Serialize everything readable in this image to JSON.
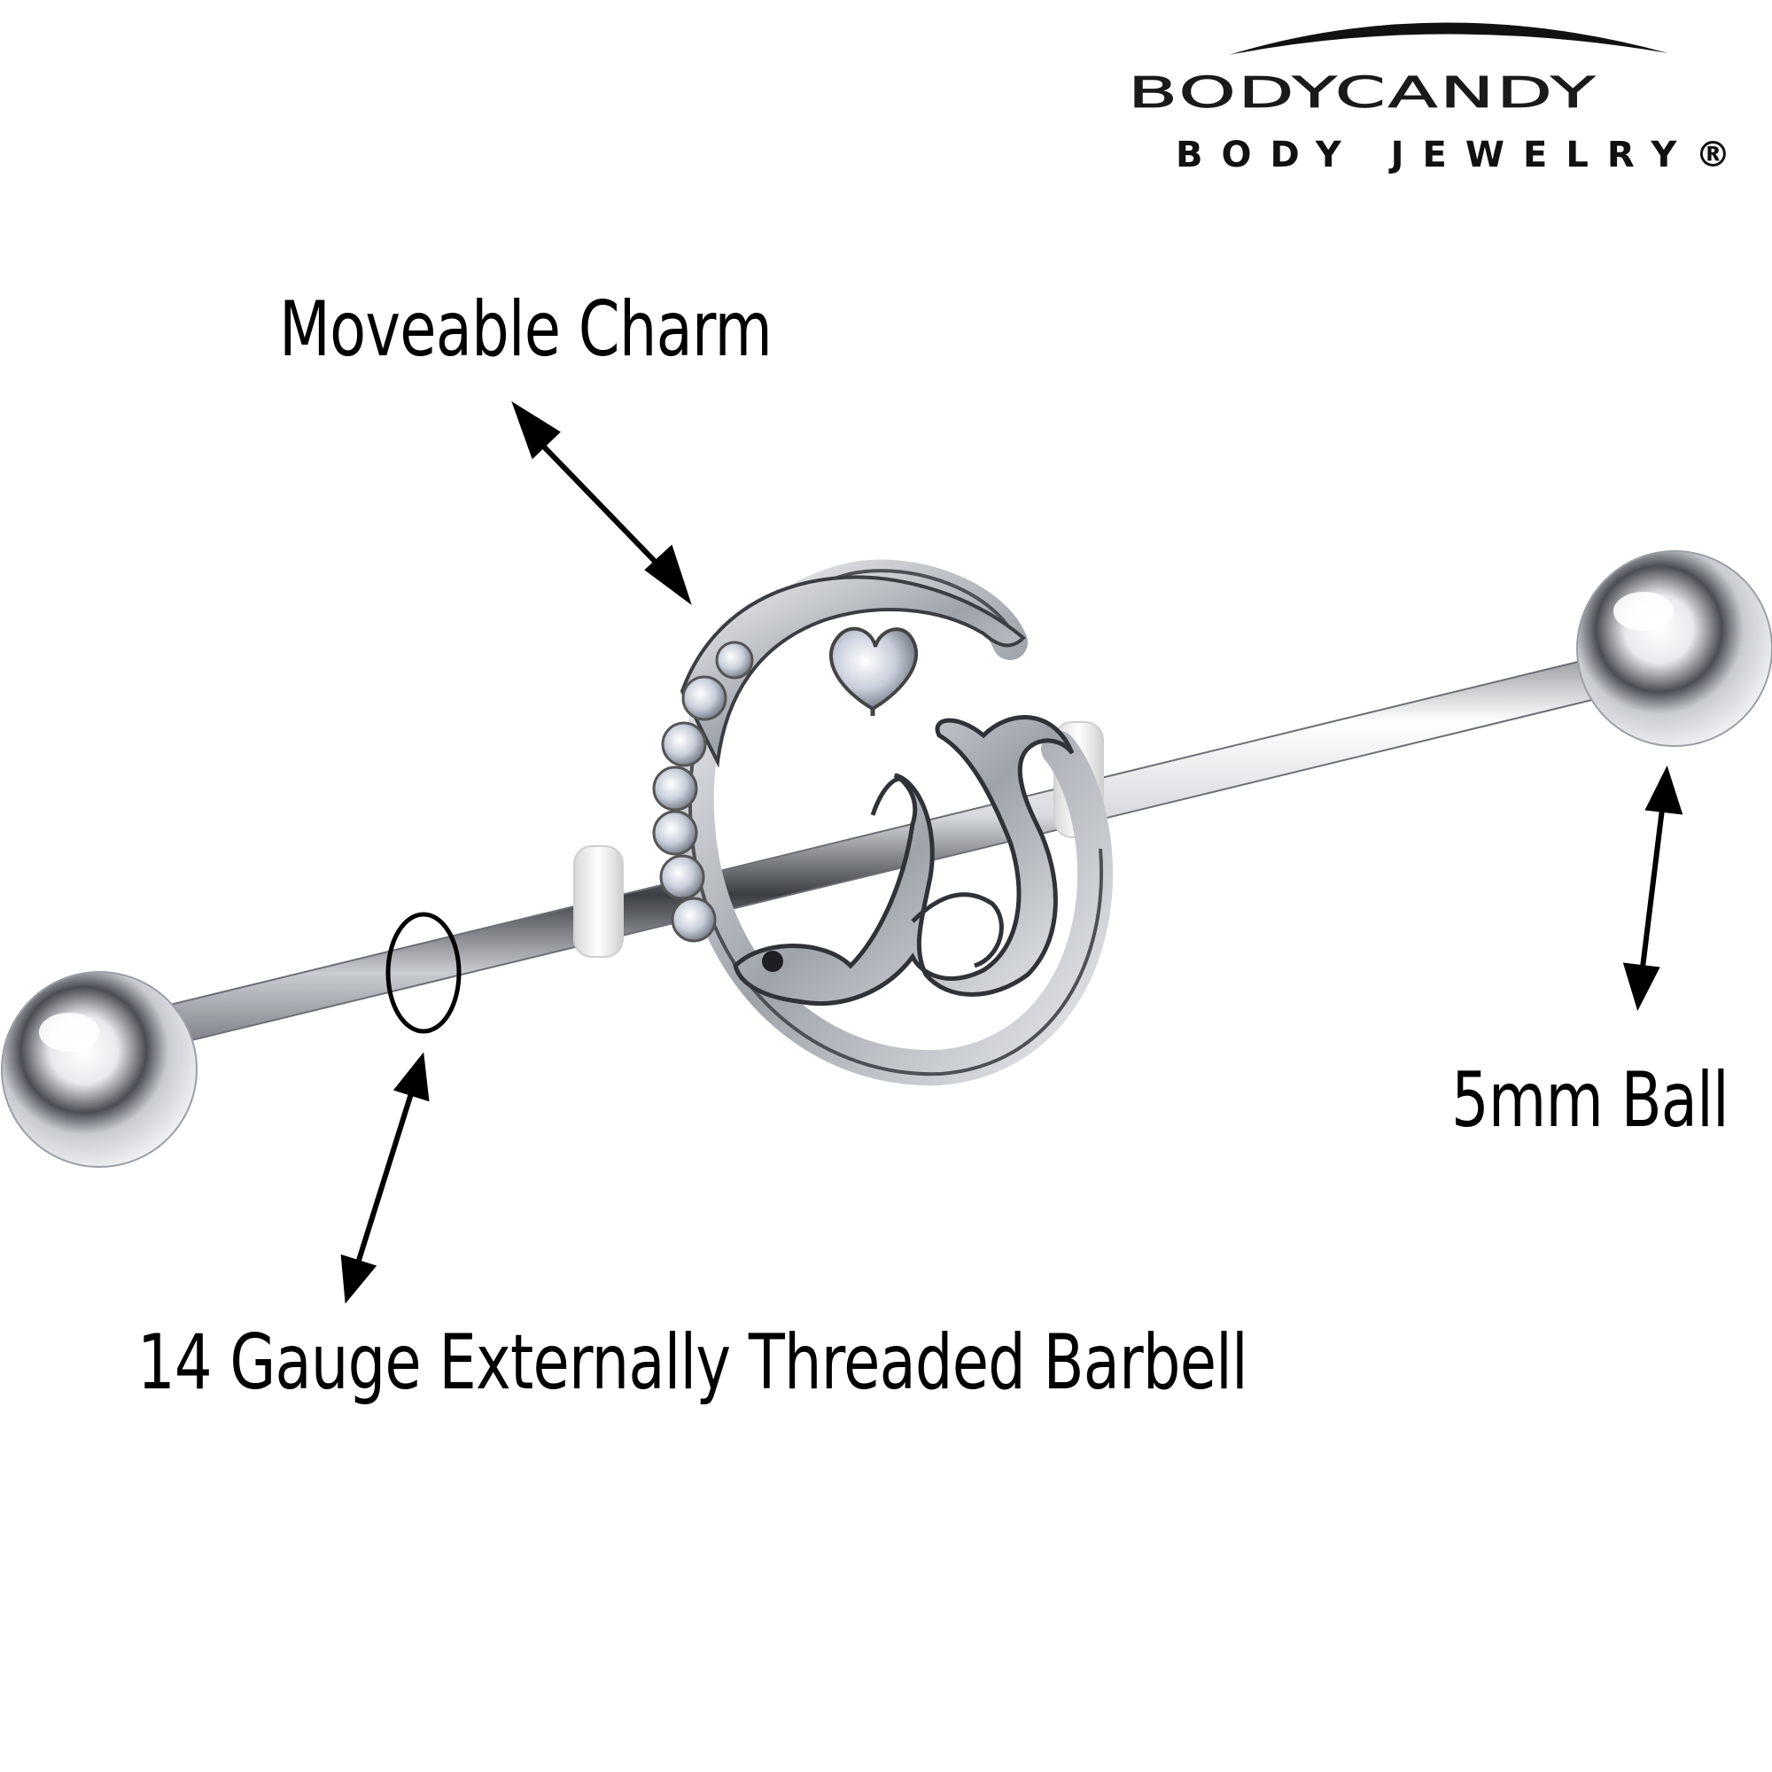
{
  "brand": {
    "name": "BODYCANDY",
    "tagline": "BODY JEWELRY®"
  },
  "callouts": {
    "charm": "Moveable Charm",
    "ball": "5mm Ball",
    "barbell": "14 Gauge Externally Threaded Barbell"
  },
  "colors": {
    "text": "#000000",
    "metal_light": "#f4f5f7",
    "metal_mid": "#b8bcc2",
    "metal_dark": "#2b2d31",
    "washer": "#f7f7f7",
    "crystal": "#dfe4ee"
  },
  "icons": {
    "arrows": "double-headed-arrow-icon",
    "ring_marker": "gauge-ring-icon"
  }
}
